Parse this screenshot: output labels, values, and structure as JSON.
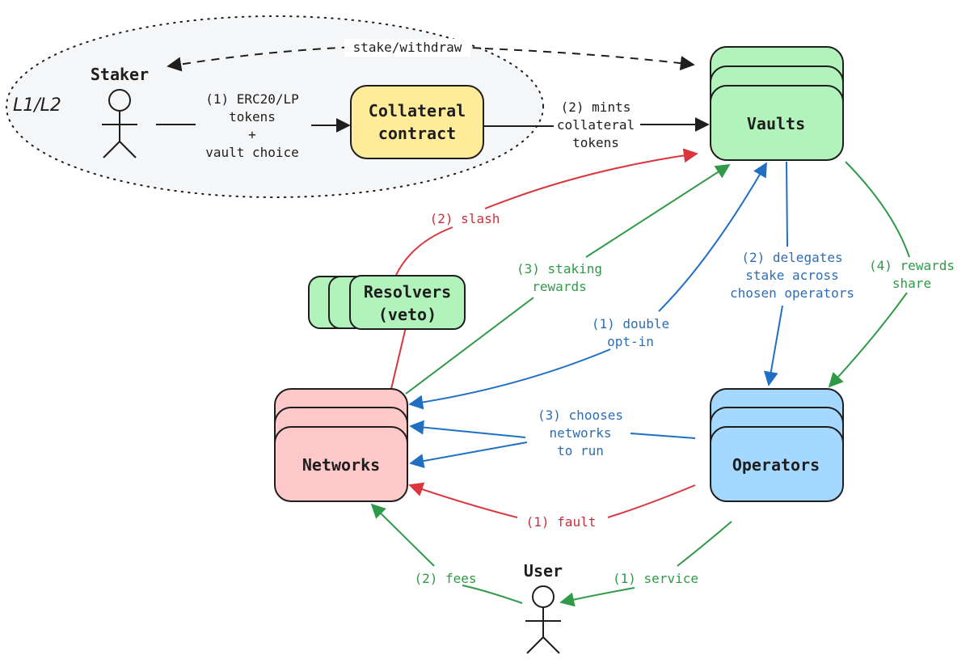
{
  "diagram": {
    "region": {
      "label": "L1/L2",
      "style": "dotted-ellipse",
      "fill": "#f5f6f8"
    },
    "colors": {
      "black": "#1e1e1e",
      "red": "#d9363e",
      "green": "#2f9a48",
      "blue": "#1f6fc4",
      "vaults_fill": "#b2f2bb",
      "resolvers_fill": "#b2f2bb",
      "networks_fill": "#ffc9c9",
      "operators_fill": "#a5d8ff",
      "collateral_fill": "#ffec99"
    },
    "actors": {
      "staker": {
        "label": "Staker"
      },
      "user": {
        "label": "User"
      }
    },
    "nodes": {
      "collateral": {
        "line1": "Collateral",
        "line2": "contract"
      },
      "vaults": {
        "label": "Vaults"
      },
      "resolvers": {
        "line1": "Resolvers",
        "line2": "(veto)"
      },
      "networks": {
        "label": "Networks"
      },
      "operators": {
        "label": "Operators"
      }
    },
    "edges": {
      "stake_withdraw": {
        "label": "stake/withdraw",
        "color": "black",
        "style": "dashed",
        "from": "Staker",
        "to": "Vaults",
        "bidirectional": true
      },
      "erc20": {
        "lines": [
          "(1) ERC20/LP",
          "tokens",
          "+",
          "vault choice"
        ],
        "color": "black",
        "from": "Staker",
        "to": "Collateral contract"
      },
      "mints": {
        "lines": [
          "(2) mints",
          "collateral",
          "tokens"
        ],
        "color": "black",
        "from": "Collateral contract",
        "to": "Vaults"
      },
      "slash": {
        "label": "(2) slash",
        "color": "red",
        "from": "Networks",
        "to": "Vaults",
        "via": "Resolvers (veto)"
      },
      "staking_rewards": {
        "lines": [
          "(3) staking",
          "rewards"
        ],
        "color": "green",
        "from": "Networks",
        "to": "Vaults"
      },
      "double_optin": {
        "lines": [
          "(1) double",
          "opt-in"
        ],
        "color": "blue",
        "from": "Networks",
        "to": "Vaults",
        "bidirectional": true
      },
      "delegates": {
        "lines": [
          "(2) delegates",
          "stake across",
          "chosen operators"
        ],
        "color": "blue",
        "from": "Vaults",
        "to": "Operators"
      },
      "rewards_share": {
        "lines": [
          "(4) rewards",
          "share"
        ],
        "color": "green",
        "from": "Vaults",
        "to": "Operators"
      },
      "chooses": {
        "lines": [
          "(3) chooses",
          "networks",
          "to run"
        ],
        "color": "blue",
        "from": "Operators",
        "to": "Networks"
      },
      "fault": {
        "label": "(1) fault",
        "color": "red",
        "from": "Operators",
        "to": "Networks"
      },
      "fees": {
        "label": "(2) fees",
        "color": "green",
        "from": "User",
        "to": "Networks"
      },
      "service": {
        "label": "(1) service",
        "color": "green",
        "from": "Operators",
        "to": "User"
      }
    }
  }
}
